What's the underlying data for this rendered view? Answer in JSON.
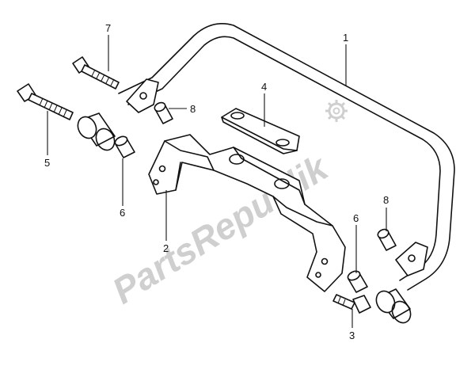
{
  "watermark": {
    "text": "PartsRepublik",
    "color": "#cfcfcf"
  },
  "callouts": {
    "part_1": "1",
    "part_2": "2",
    "part_3": "3",
    "part_4": "4",
    "part_5": "5",
    "part_6_left": "6",
    "part_6_right": "6",
    "part_7": "7",
    "part_8_left": "8",
    "part_8_right": "8"
  },
  "icons": {
    "watermark_logo": "gear-icon"
  },
  "line_color": "#111111"
}
